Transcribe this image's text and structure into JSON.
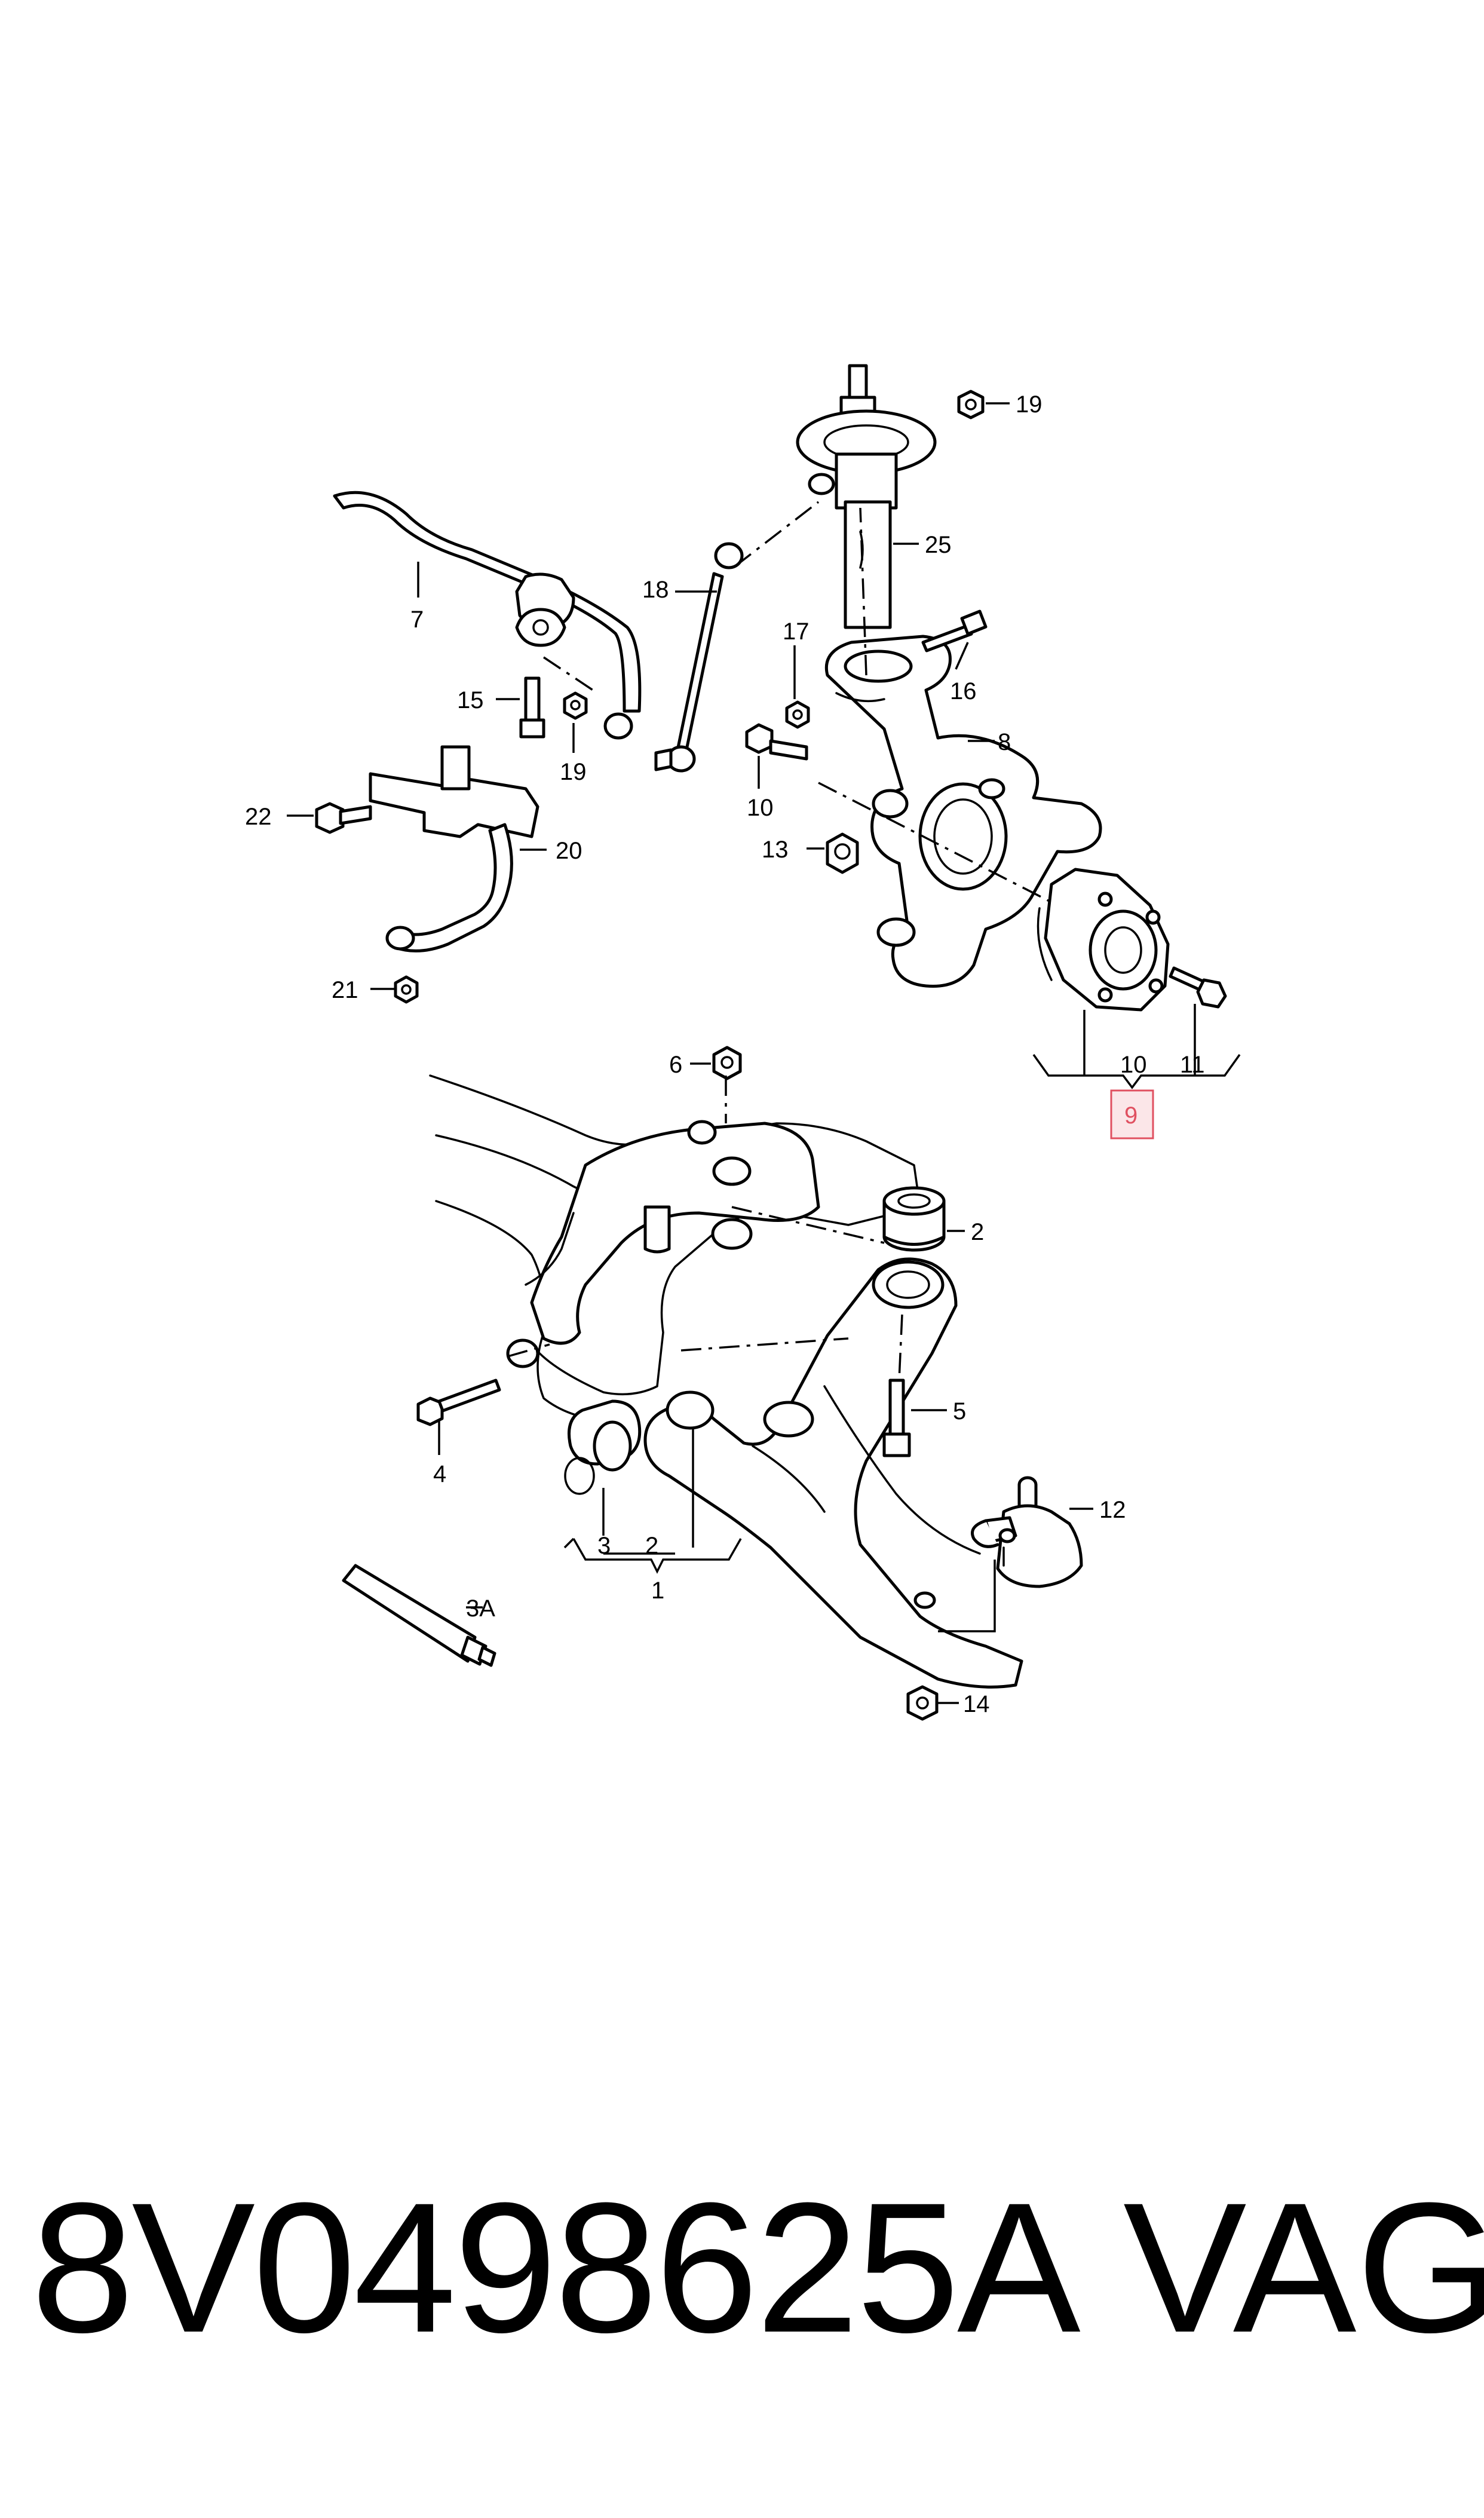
{
  "callouts": {
    "c1": "1",
    "c2a": "2",
    "c2b": "2",
    "c3": "3",
    "c3A": "3A",
    "c4": "4",
    "c5": "5",
    "c6": "6",
    "c7": "7",
    "c8": "8",
    "c9": "9",
    "c10a": "10",
    "c10b": "10",
    "c11": "11",
    "c12": "12",
    "c13": "13",
    "c14": "14",
    "c15": "15",
    "c16": "16",
    "c17": "17",
    "c18": "18",
    "c19a": "19",
    "c19b": "19",
    "c20": "20",
    "c21": "21",
    "c22": "22",
    "c25": "25"
  },
  "highlight_color": "#e05060",
  "footer": {
    "part_number": "8V0498625A",
    "brand": "VAG"
  }
}
